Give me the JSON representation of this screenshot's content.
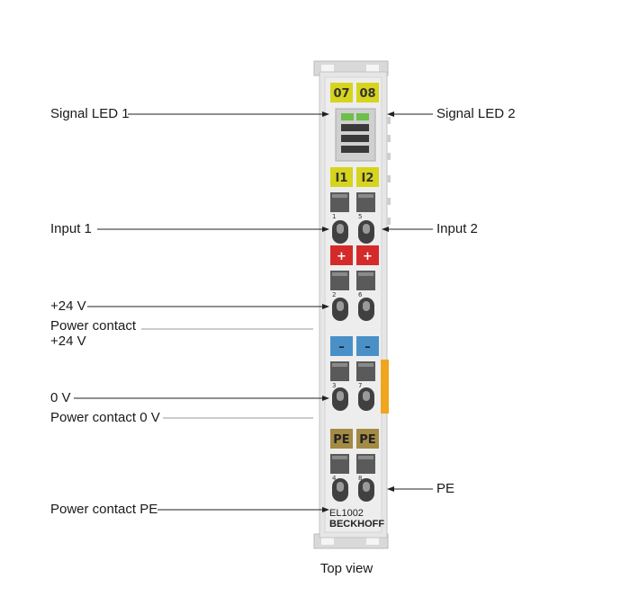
{
  "labels": {
    "signal_led_1": "Signal LED 1",
    "signal_led_2": "Signal LED 2",
    "input_1": "Input 1",
    "input_2": "Input 2",
    "plus24v": "+24 V",
    "power_contact_24v_line1": "Power contact",
    "power_contact_24v_line2": "+24 V",
    "zero_v": "0 V",
    "power_contact_0v": "Power contact 0 V",
    "power_contact_pe": "Power contact PE",
    "pe": "PE",
    "caption": "Top view"
  },
  "terminal": {
    "led_codes": [
      "07",
      "08"
    ],
    "input_codes": [
      "I1",
      "I2"
    ],
    "plus_signs": [
      "+",
      "+"
    ],
    "minus_signs": [
      "–",
      "–"
    ],
    "pe_codes": [
      "PE",
      "PE"
    ],
    "pins": [
      "1",
      "5",
      "2",
      "6",
      "3",
      "7",
      "4",
      "8"
    ],
    "model": "EL1002",
    "brand": "BECKHOFF"
  },
  "colors": {
    "housing": "#e4e4e4",
    "led_tag": "#d6d41c",
    "input_tag": "#d6d41c",
    "plus_tag": "#d42a2a",
    "minus_tag": "#4a90c8",
    "pe_tag": "#a38a45",
    "led_green": "#6cc04a",
    "side_tab": "#f0a51e"
  }
}
